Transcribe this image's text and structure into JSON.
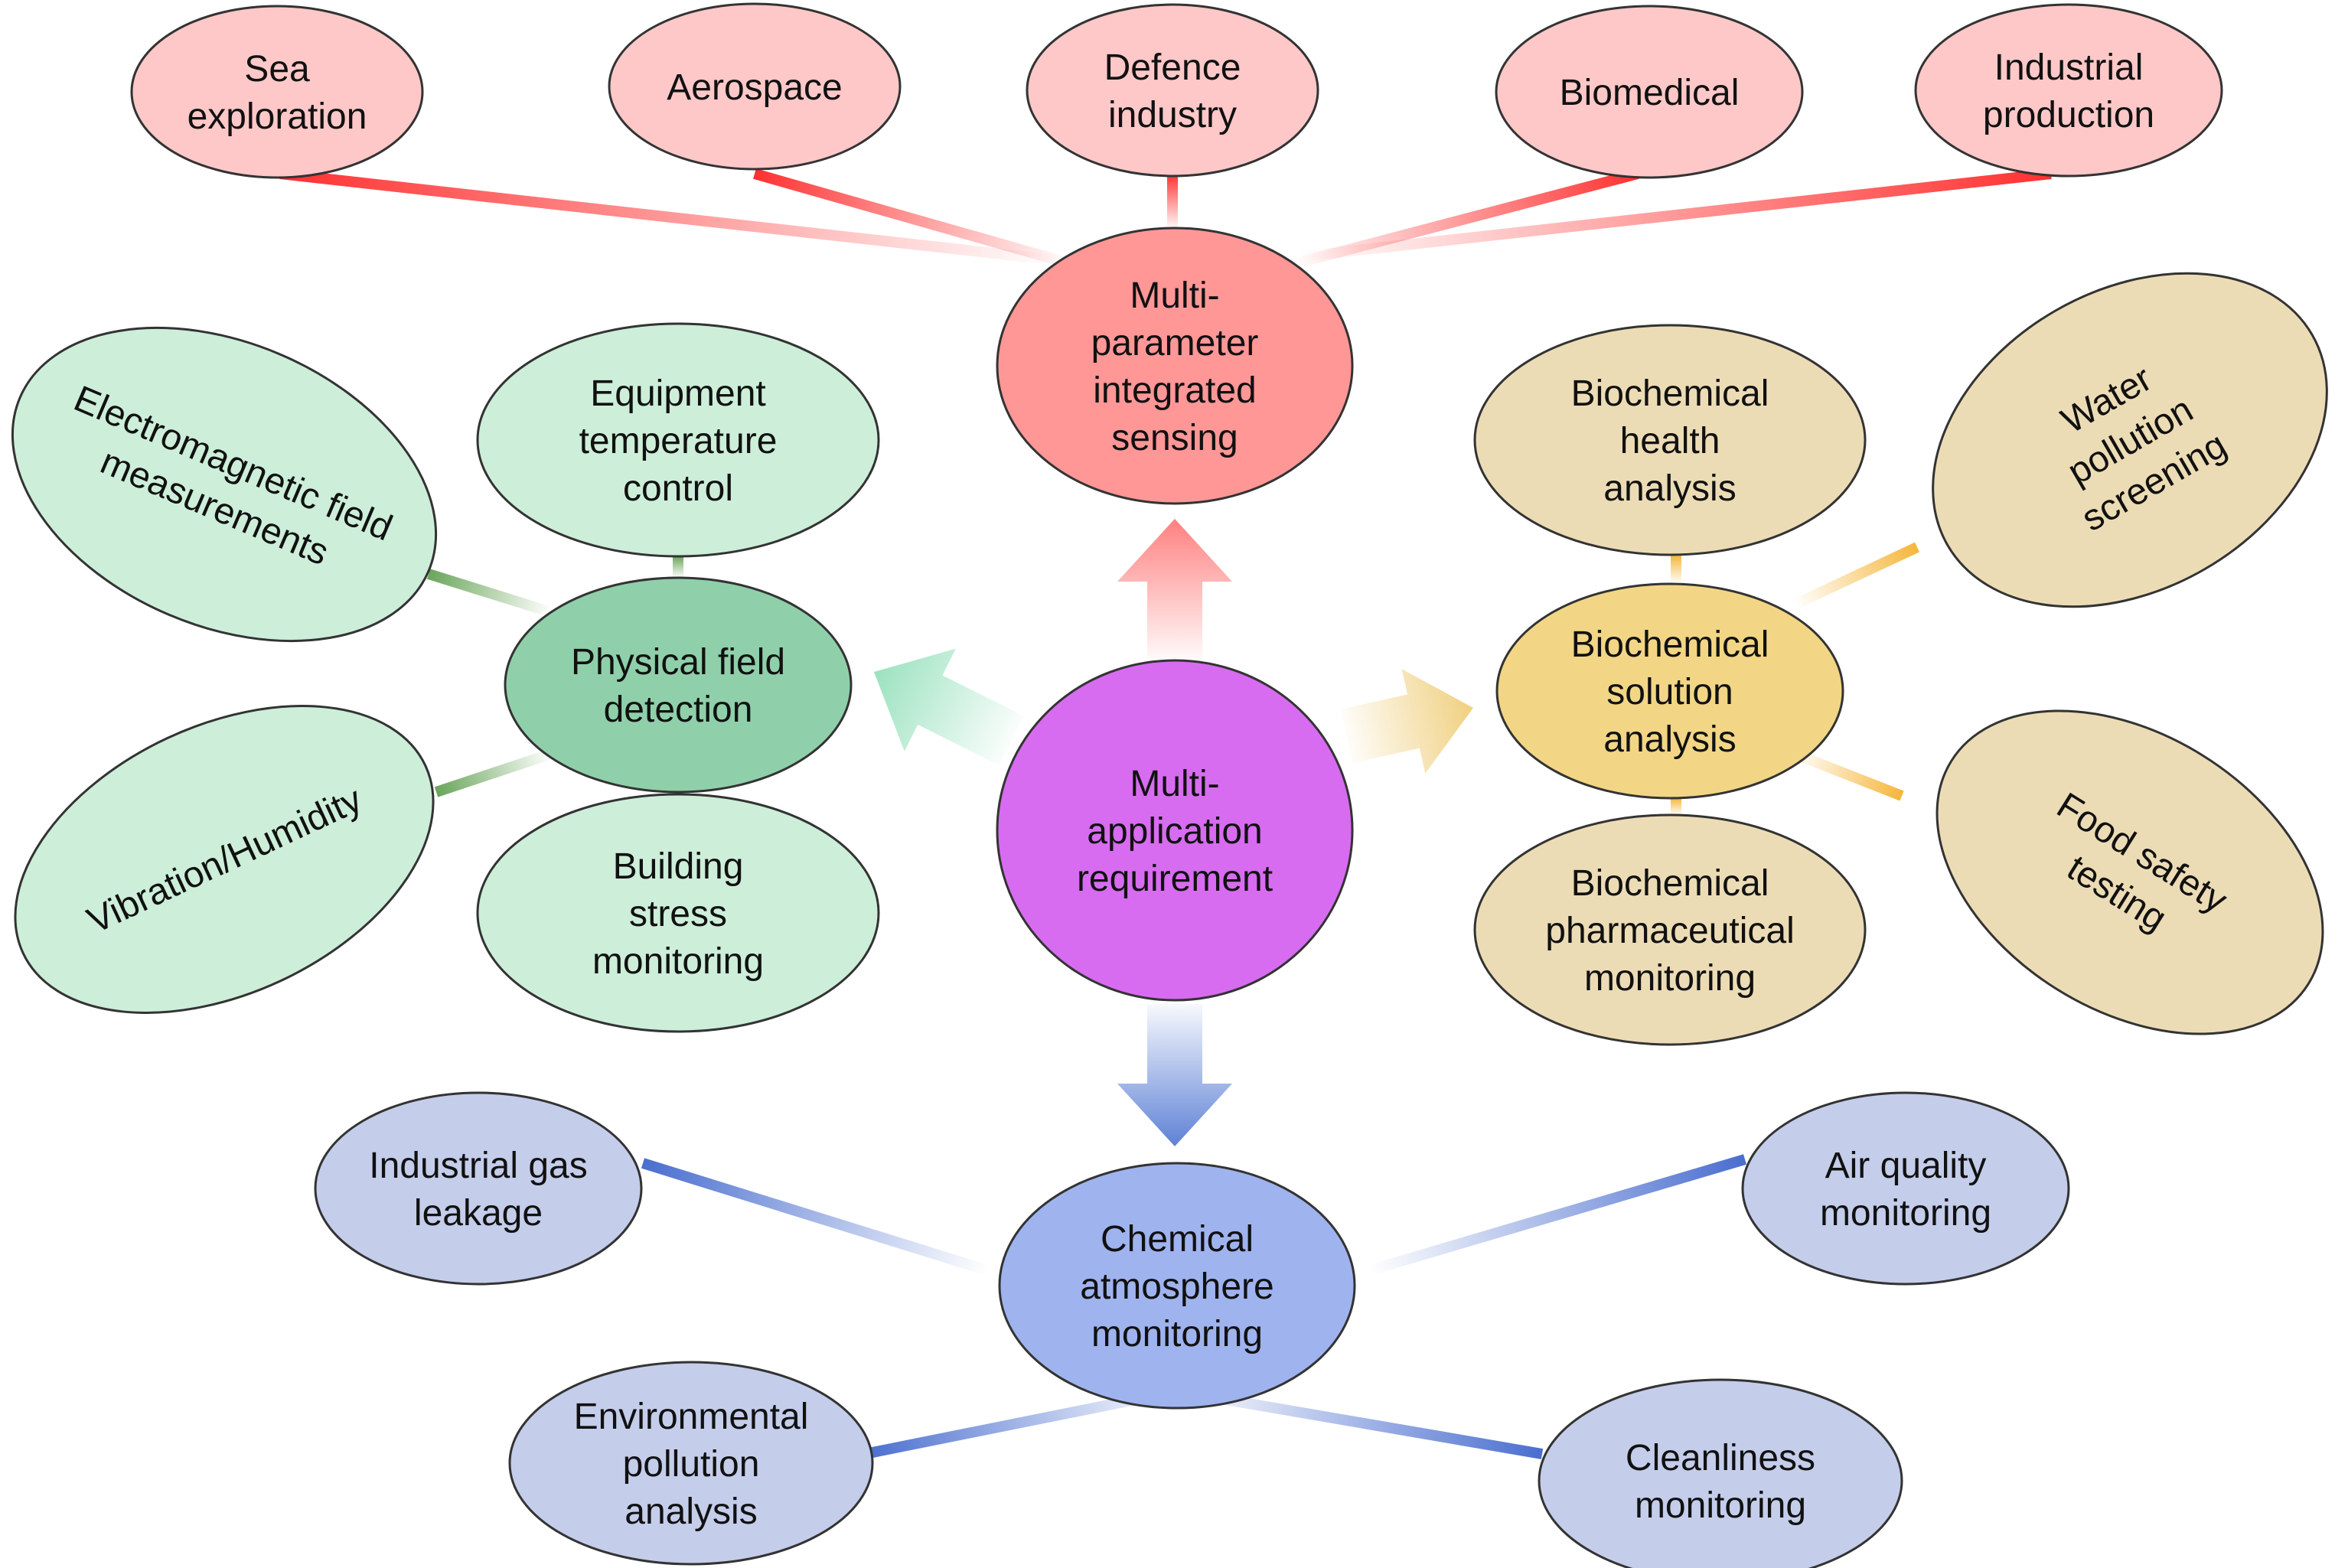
{
  "diagram": {
    "center": {
      "lines": [
        "Multi-",
        "application",
        "requirement"
      ],
      "color": "#d76cf0"
    },
    "hubs": {
      "top": {
        "lines": [
          "Multi-",
          "parameter",
          "integrated",
          "sensing"
        ],
        "color": "#ff9797",
        "leaf_color": "#ffc8c8",
        "line_color": "#ff3030",
        "arrow_color": "#ff8080"
      },
      "left": {
        "lines": [
          "Physical field",
          "detection"
        ],
        "color": "#8fd0aa",
        "leaf_color": "#cdeed9",
        "line_color": "#6aa55a",
        "arrow_color": "#9be2bf"
      },
      "right": {
        "lines": [
          "Biochemical",
          "solution",
          "analysis"
        ],
        "color": "#f2d685",
        "leaf_color": "#ecdcb5",
        "line_color": "#f5b63a",
        "arrow_color": "#f0d080"
      },
      "bottom": {
        "lines": [
          "Chemical",
          "atmosphere",
          "monitoring"
        ],
        "color": "#9fb3ee",
        "leaf_color": "#c4cdea",
        "line_color": "#4a6ecf",
        "arrow_color": "#5f82d6"
      }
    },
    "leaves": {
      "top": [
        {
          "lines": [
            "Sea",
            "exploration"
          ]
        },
        {
          "lines": [
            "Aerospace"
          ]
        },
        {
          "lines": [
            "Defence",
            "industry"
          ]
        },
        {
          "lines": [
            "Biomedical"
          ]
        },
        {
          "lines": [
            "Industrial",
            "production"
          ]
        }
      ],
      "left": [
        {
          "lines": [
            "Electromagnetic field",
            "measurements"
          ]
        },
        {
          "lines": [
            "Equipment",
            "temperature",
            "control"
          ]
        },
        {
          "lines": [
            "Vibration/Humidity"
          ]
        },
        {
          "lines": [
            "Building",
            "stress",
            "monitoring"
          ]
        }
      ],
      "right": [
        {
          "lines": [
            "Biochemical",
            "health",
            "analysis"
          ]
        },
        {
          "lines": [
            "Water",
            "pollution",
            "screening"
          ]
        },
        {
          "lines": [
            "Food safety",
            "testing"
          ]
        },
        {
          "lines": [
            "Biochemical",
            "pharmaceutical",
            "monitoring"
          ]
        }
      ],
      "bottom": [
        {
          "lines": [
            "Industrial gas",
            "leakage"
          ]
        },
        {
          "lines": [
            "Air quality",
            "monitoring"
          ]
        },
        {
          "lines": [
            "Environmental",
            "pollution",
            "analysis"
          ]
        },
        {
          "lines": [
            "Cleanliness",
            "monitoring"
          ]
        }
      ]
    }
  }
}
